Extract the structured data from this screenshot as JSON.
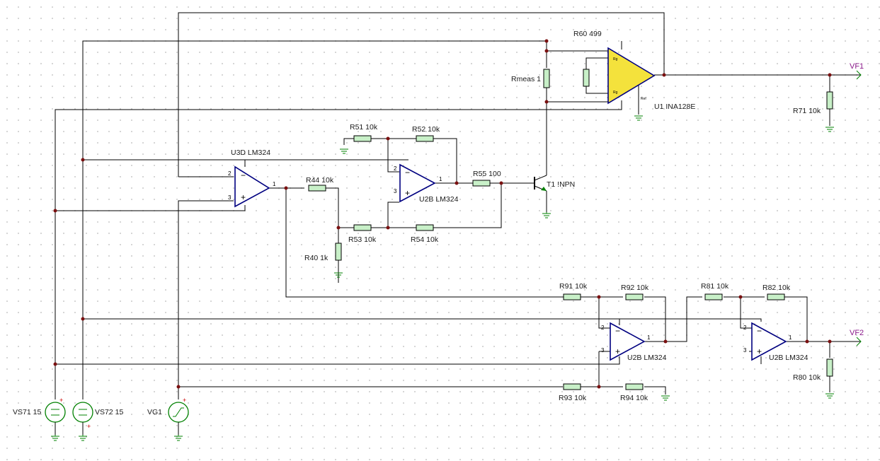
{
  "components": {
    "r60": "R60 499",
    "rmeas": "Rmeas 1",
    "u1": "U1 INA128E",
    "r71": "R71 10k",
    "r51": "R51 10k",
    "r52": "R52 10k",
    "u3d": "U3D LM324",
    "r44": "R44 10k",
    "u2b_a": "U2B LM324",
    "r55": "R55 100",
    "t1": "T1 !NPN",
    "r53": "R53 10k",
    "r54": "R54 10k",
    "r40": "R40 1k",
    "r91": "R91 10k",
    "r92": "R92 10k",
    "r81": "R81 10k",
    "r82": "R82 10k",
    "u2b_b": "U2B LM324",
    "u2b_c": "U2B LM324",
    "r80": "R80 10k",
    "r93": "R93 10k",
    "r94": "R94 10k",
    "vs71": "VS71 15",
    "vs72": "VS72 15",
    "vg1": "VG1"
  },
  "outputs": {
    "vf1": "VF1",
    "vf2": "VF2"
  },
  "pins": {
    "p1": "1",
    "p2": "2",
    "p3": "3",
    "plus": "+",
    "minus": "−"
  }
}
